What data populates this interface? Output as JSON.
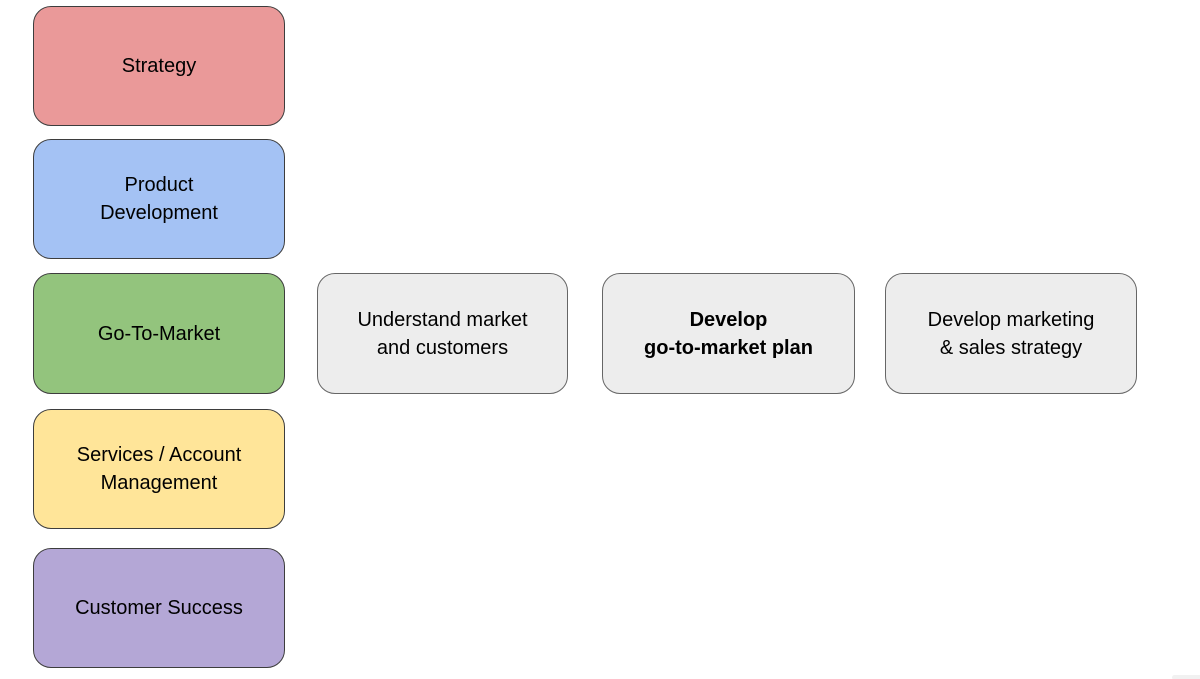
{
  "canvas": {
    "background": "#ffffff"
  },
  "diagram": {
    "left_column": [
      {
        "id": "strategy",
        "label": "Strategy",
        "fill": "#ea9999",
        "stroke": "#3d3d3d",
        "bold": false
      },
      {
        "id": "product-development",
        "label": "Product\nDevelopment",
        "fill": "#a4c2f4",
        "stroke": "#3d3d3d",
        "bold": false
      },
      {
        "id": "go-to-market",
        "label": "Go-To-Market",
        "fill": "#93c47d",
        "stroke": "#3d3d3d",
        "bold": false
      },
      {
        "id": "services-account",
        "label": "Services / Account\nManagement",
        "fill": "#ffe599",
        "stroke": "#3d3d3d",
        "bold": false
      },
      {
        "id": "customer-success",
        "label": "Customer Success",
        "fill": "#b4a7d6",
        "stroke": "#3d3d3d",
        "bold": false
      }
    ],
    "gtm_row": [
      {
        "id": "understand-market",
        "label": "Understand market\nand customers",
        "fill": "#ededed",
        "stroke": "#666666",
        "bold": false
      },
      {
        "id": "develop-gtm-plan",
        "label": "Develop\ngo-to-market plan",
        "fill": "#ededed",
        "stroke": "#666666",
        "bold": true
      },
      {
        "id": "develop-marketing-sales",
        "label": "Develop marketing\n& sales strategy",
        "fill": "#ededed",
        "stroke": "#666666",
        "bold": false
      }
    ],
    "text_color": "#000000"
  },
  "artifacts": {
    "bottom_right_bar_color": "#f1f1f1"
  }
}
